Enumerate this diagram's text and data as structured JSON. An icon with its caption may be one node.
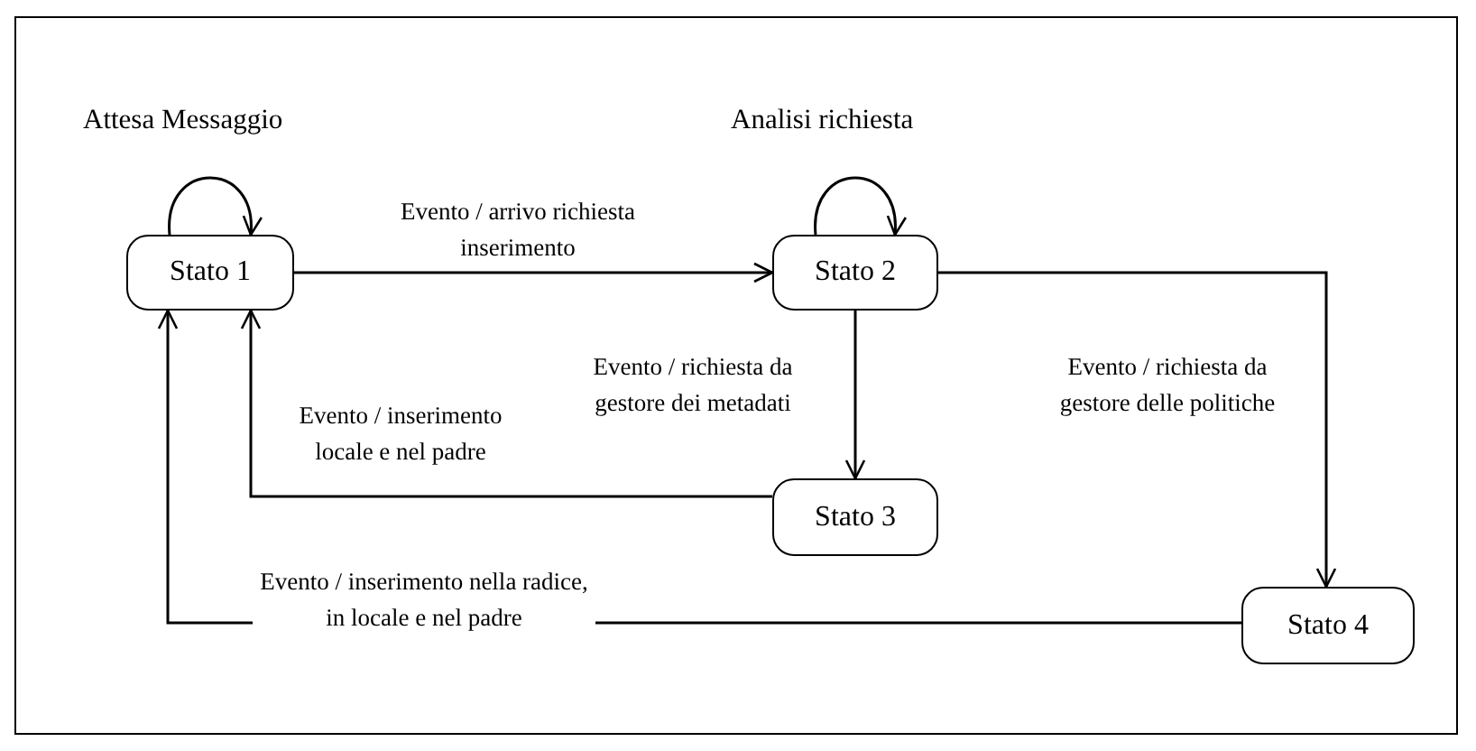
{
  "diagram": {
    "nodes": [
      {
        "text": [
          "Stato 1"
        ],
        "beside": [
          "Attesa Messaggio"
        ]
      },
      {
        "text": [
          "Stato 2"
        ],
        "beside": [
          "Analisi richiesta"
        ]
      },
      {
        "text": [
          "Stato 3"
        ]
      },
      {
        "text": [
          "Stato 4"
        ]
      }
    ],
    "edges": [
      {
        "from": 0,
        "to": 0,
        "arrow": "to"
      },
      {
        "from": 0,
        "to": 1,
        "arrow": "to",
        "label": "Evento / arrivo richiesta inserimento"
      },
      {
        "from": 1,
        "to": 1,
        "arrow": "to"
      },
      {
        "from": 1,
        "to": 2,
        "arrow": "to",
        "label": "Evento / richiesta da gestore dei metadati"
      },
      {
        "from": 1,
        "to": 3,
        "arrow": "to",
        "label": "Evento / richiesta da gestore delle politiche"
      },
      {
        "from": 2,
        "to": 0,
        "arrow": "to",
        "label": "Evento / inserimento locale e nel padre"
      },
      {
        "from": 3,
        "to": 0,
        "arrow": "to",
        "label": "Evento / inserimento nella radice, in locale e nel padre"
      }
    ]
  }
}
